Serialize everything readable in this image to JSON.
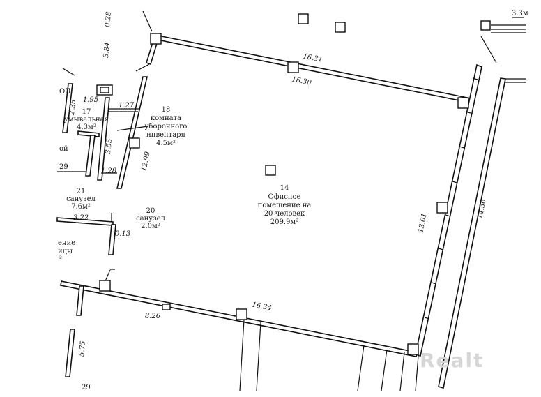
{
  "rooms": [
    {
      "id": "r14",
      "number": "14",
      "lines": [
        "Офисное",
        "помещение на",
        "20 человек"
      ],
      "area": "209.9м²"
    },
    {
      "id": "r17",
      "number": "17",
      "lines": [
        "умывальная"
      ],
      "area": "4.3м²"
    },
    {
      "id": "r18",
      "number": "18",
      "lines": [
        "комната",
        "уборочного",
        "инвентаря"
      ],
      "area": "4.5м²"
    },
    {
      "id": "r20",
      "number": "20",
      "lines": [
        "санузел"
      ],
      "area": "2.0м²"
    },
    {
      "id": "r21",
      "number": "21",
      "lines": [
        "санузел"
      ],
      "area": "7.6м²"
    }
  ],
  "dimensions": [
    "16.31",
    "16.30",
    "16.34",
    "14.36",
    "13.01",
    "12.99",
    "8.26",
    "3.84",
    "0.28",
    "1.95",
    "2.35",
    "1.27",
    "3.55",
    "1.28",
    "3.22",
    "0.13",
    "5.75"
  ],
  "fragments": [
    "3.3м",
    "ОЛ",
    "ой",
    "29",
    "ение",
    "ицы",
    "²",
    "29"
  ],
  "watermark": "Realt"
}
